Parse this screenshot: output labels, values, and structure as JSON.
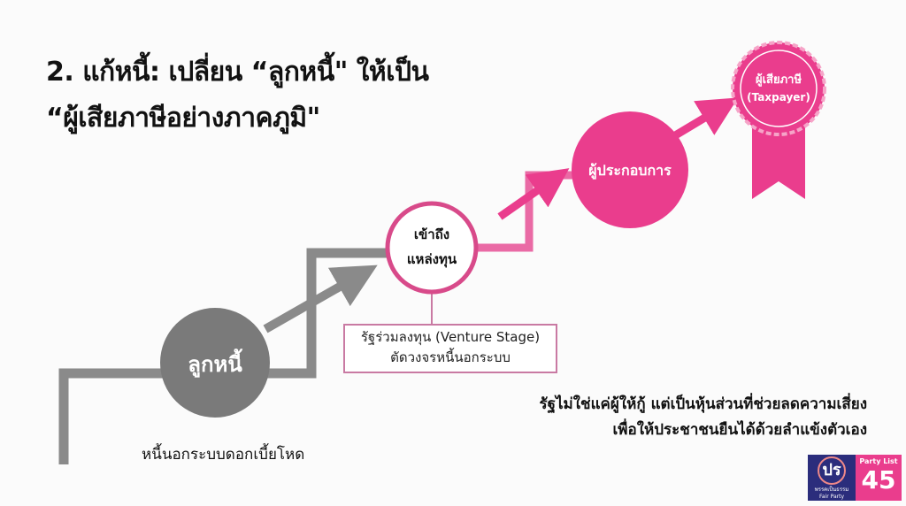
{
  "title": {
    "line1": "2. แก้หนี้: เปลี่ยน “ลูกหนี้\" ให้เป็น",
    "line2": "“ผู้เสียภาษีอย่างภาคภูมิ\""
  },
  "stages": {
    "debtor": "ลูกหนี้",
    "access_line1": "เข้าถึง",
    "access_line2": "แหล่งทุน",
    "entrepreneur": "ผู้ประกอบการ",
    "taxpayer_line1": "ผู้เสียภาษี",
    "taxpayer_line2": "(Taxpayer)"
  },
  "venture_box": {
    "line1": "รัฐร่วมลงทุน (Venture Stage)",
    "line2": "ตัดวงจรหนี้นอกระบบ"
  },
  "notes": {
    "loan_shark": "หนี้นอกระบบดอกเบี้ยโหด",
    "state_line1": "รัฐไม่ใช่แค่ผู้ให้กู้ แต่เป็นหุ้นส่วนที่ช่วยลดความเสี่ยง",
    "state_line2": "เพื่อให้ประชาชนยืนได้ด้วยลำแข้งตัวเอง"
  },
  "logo": {
    "mark": "ปร",
    "party_name": "พรรคเป็นธรรม",
    "party_en": "Fair Party",
    "party_list": "Party List",
    "number": "45"
  },
  "colors": {
    "pink": "#ea3d8d",
    "gray": "#8a8a8a",
    "navy": "#2b2d7c"
  }
}
